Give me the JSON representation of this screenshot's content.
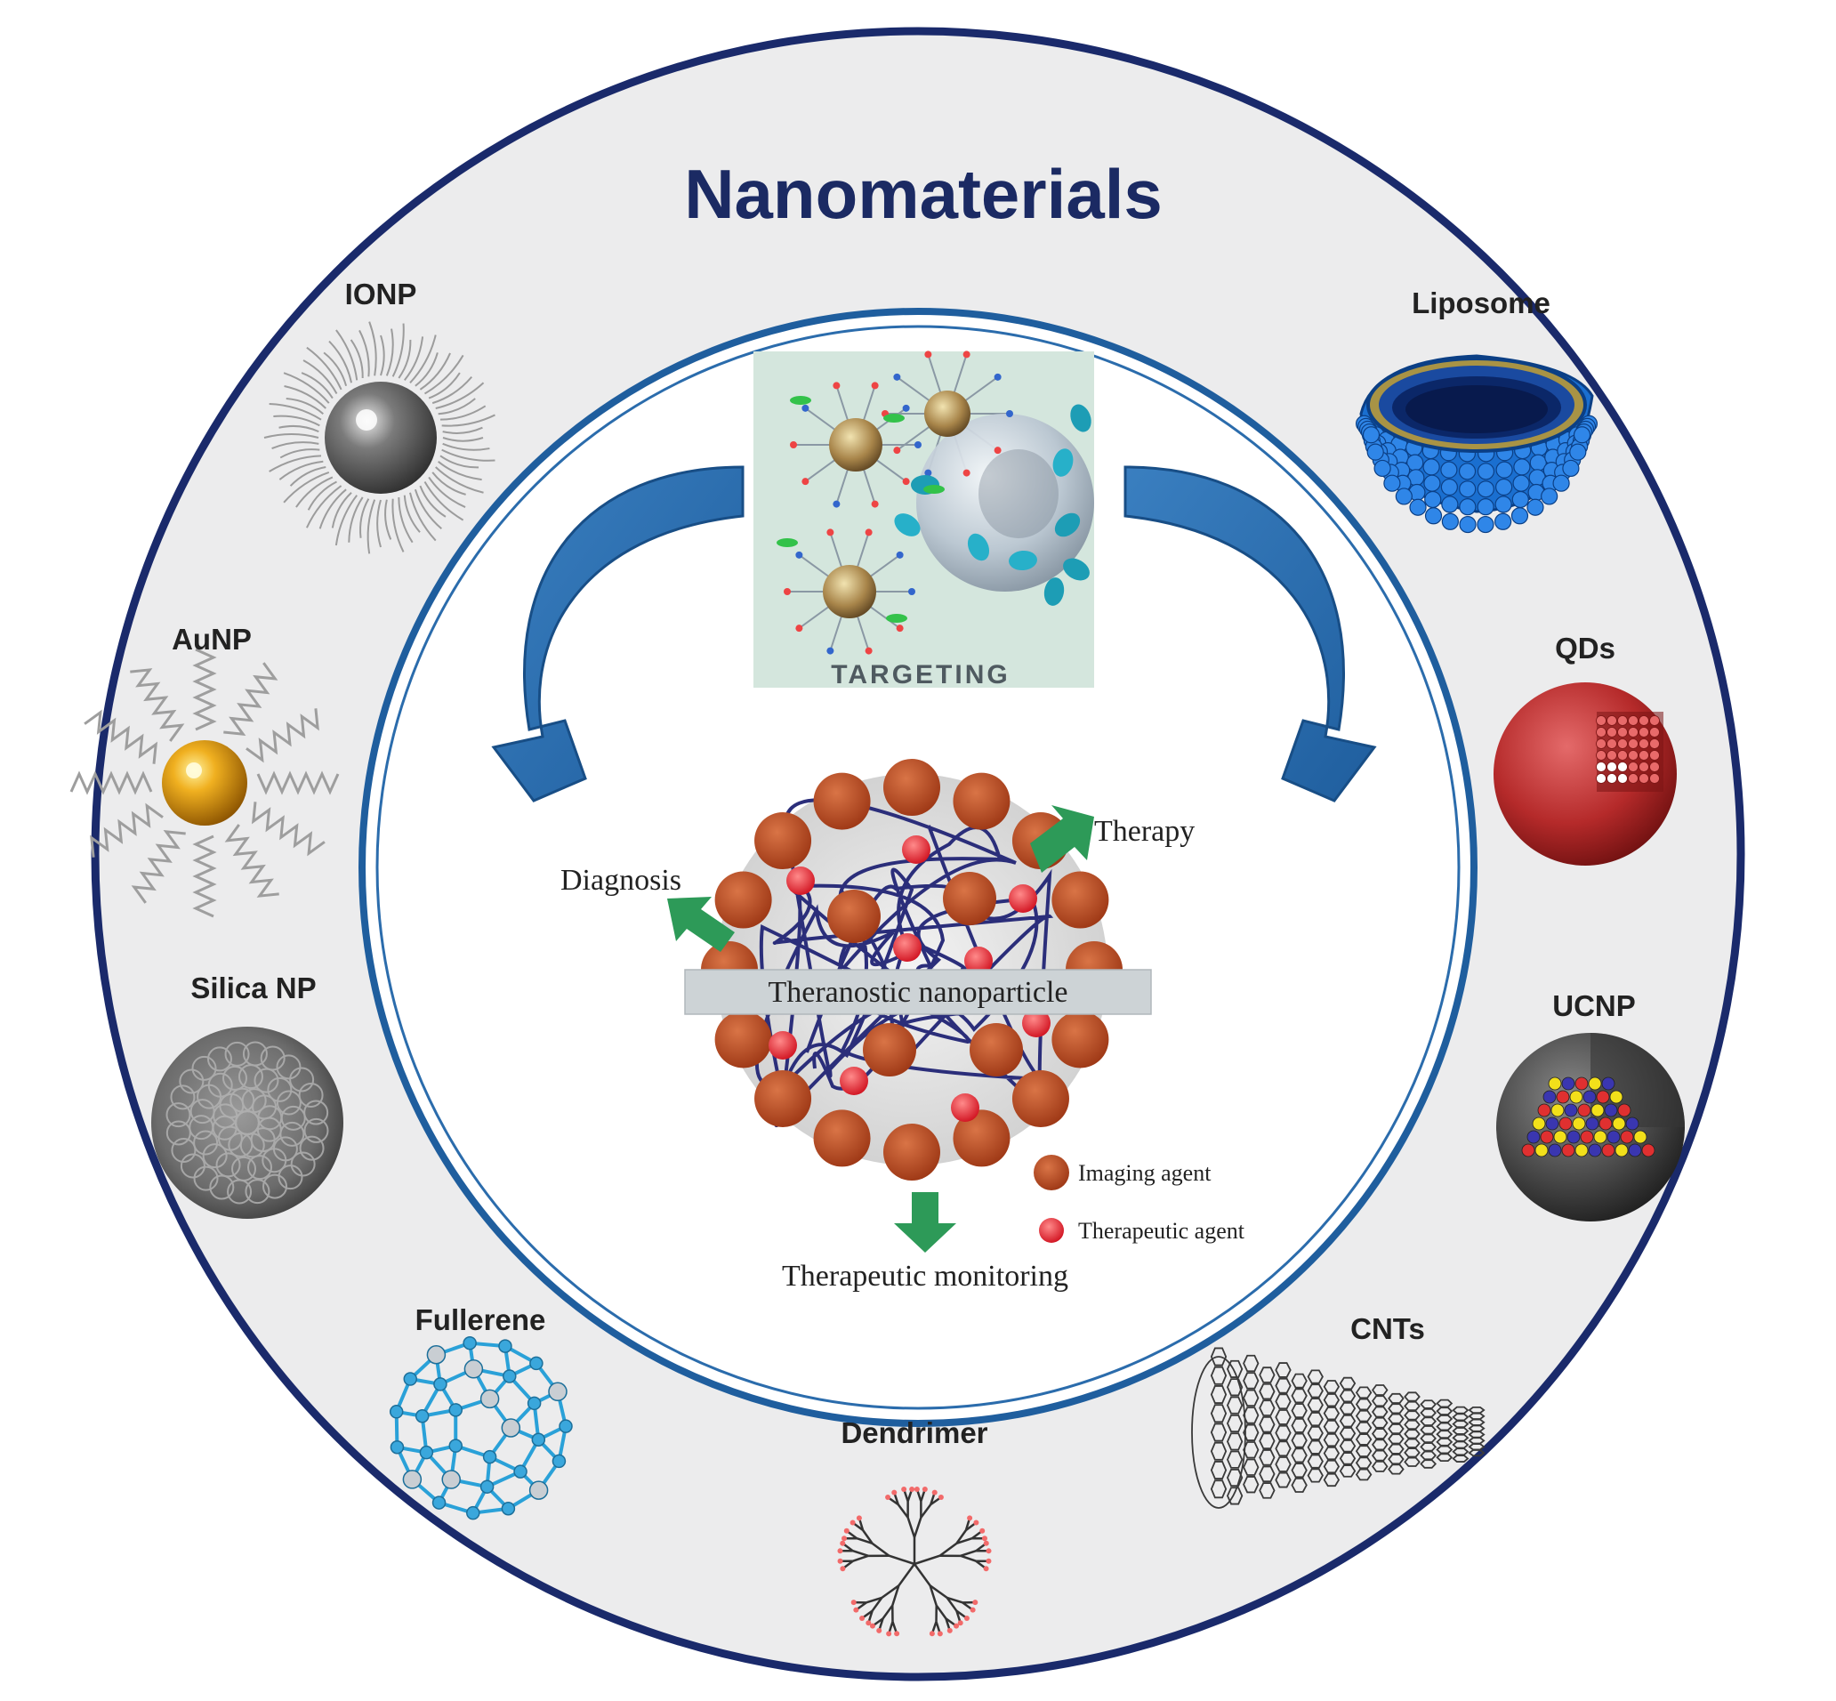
{
  "title": "Nanomaterials",
  "targeting_label": "TARGETING",
  "center": {
    "label": "Theranostic nanoparticle",
    "outputs": {
      "therapy": "Therapy",
      "diagnosis": "Diagnosis",
      "monitoring": "Therapeutic monitoring"
    },
    "legend": {
      "imaging": "Imaging agent",
      "therapeutic": "Therapeutic agent"
    }
  },
  "materials": {
    "ionp": "IONP",
    "aunp": "AuNP",
    "silica": "Silica NP",
    "fullerene": "Fullerene",
    "dendrimer": "Dendrimer",
    "cnts": "CNTs",
    "ucnp": "UCNP",
    "qds": "QDs",
    "liposome": "Liposome"
  },
  "colors": {
    "ring_border": "#1a2a6b",
    "ring_fill": "#ececed",
    "title": "#1b2a63",
    "arrow_blue": "#2b6cac",
    "green_arrow": "#2d9a58",
    "imaging_agent": "#b8481f",
    "therapeutic_agent": "#e8202f",
    "polymer": "#2b2e7a"
  }
}
